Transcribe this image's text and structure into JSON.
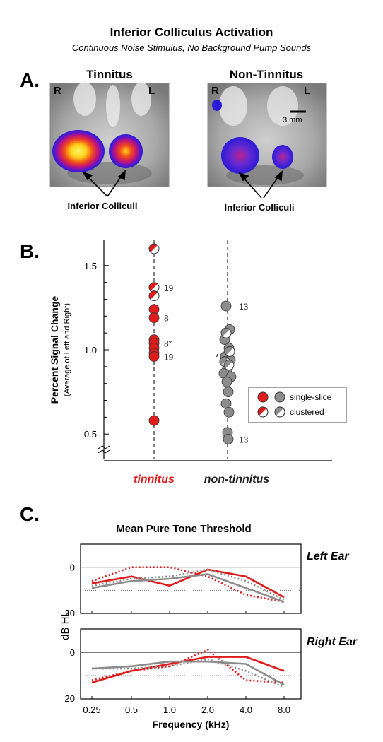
{
  "figure": {
    "title": "Inferior Colliculus Activation",
    "subtitle": "Continuous Noise Stimulus, No Background Pump Sounds"
  },
  "panel_a": {
    "letter": "A.",
    "left_title": "Tinnitus",
    "right_title": "Non-Tinnitus",
    "label_r": "R",
    "label_l": "L",
    "scale_bar": "3 mm",
    "anatomy_label": "Inferior Colliculi"
  },
  "panel_b": {
    "letter": "B.",
    "ylabel": "Percent Signal Change",
    "ylabel2": "(Average of Left and Right)",
    "yticks": [
      "0.5",
      "1.0",
      "1.5"
    ],
    "group_labels": [
      "tinnitus",
      "non-tinnitus"
    ],
    "legend": [
      "single-slice",
      "clustered"
    ],
    "annotations_tinnitus": [
      "19",
      "8",
      "8*",
      "19"
    ],
    "annotations_nontinnitus": [
      "13",
      "*",
      "13"
    ],
    "colors": {
      "tinnitus": "#e01b1b",
      "nontinnitus": "#8c8c8c"
    }
  },
  "panel_c": {
    "letter": "C.",
    "title": "Mean Pure Tone Threshold",
    "ylabel": "dB HL",
    "xlabel": "Frequency (kHz)",
    "xticks": [
      "0.25",
      "0.5",
      "1.0",
      "2.0",
      "4.0",
      "8.0"
    ],
    "yticks": [
      "0",
      "20"
    ],
    "subplot_titles": [
      "Left Ear",
      "Right Ear"
    ]
  },
  "chart_data": [
    {
      "type": "scatter",
      "ylabel": "Percent Signal Change",
      "ylim": [
        0.35,
        1.65
      ],
      "categories": [
        "tinnitus",
        "non-tinnitus"
      ],
      "series": [
        {
          "name": "single-slice",
          "group": "tinnitus",
          "values": [
            1.24,
            1.19,
            1.06,
            1.04,
            1.04,
            1.01,
            0.98,
            0.96,
            0.58
          ]
        },
        {
          "name": "clustered",
          "group": "tinnitus",
          "values": [
            1.6,
            1.37,
            1.32
          ]
        },
        {
          "name": "single-slice",
          "group": "non-tinnitus",
          "values": [
            1.26,
            1.12,
            1.06,
            1.01,
            0.96,
            0.94,
            0.89,
            0.86,
            0.84,
            0.81,
            0.75,
            0.68,
            0.63,
            0.51,
            0.47
          ]
        },
        {
          "name": "clustered",
          "group": "non-tinnitus",
          "values": [
            1.1,
            0.99,
            0.93,
            0.91
          ]
        }
      ]
    },
    {
      "type": "line",
      "title": "Left Ear",
      "x": [
        "0.25",
        "0.5",
        "1.0",
        "2.0",
        "4.0",
        "8.0"
      ],
      "ylabel": "dB HL",
      "ylim": [
        20,
        -10
      ],
      "reference_line": 10,
      "series": [
        {
          "color": "#e01b1b",
          "style": "solid",
          "values": [
            7,
            4,
            8,
            1,
            4,
            13
          ]
        },
        {
          "color": "#e01b1b",
          "style": "dotted",
          "values": [
            6,
            0,
            0,
            4,
            12,
            15
          ]
        },
        {
          "color": "#8c8c8c",
          "style": "solid",
          "values": [
            9,
            6,
            5,
            3,
            9,
            15
          ]
        },
        {
          "color": "#8c8c8c",
          "style": "dotted",
          "values": [
            8,
            5,
            4,
            1,
            6,
            14
          ]
        }
      ]
    },
    {
      "type": "line",
      "title": "Right Ear",
      "x": [
        "0.25",
        "0.5",
        "1.0",
        "2.0",
        "4.0",
        "8.0"
      ],
      "ylabel": "dB HL",
      "ylim": [
        20,
        -10
      ],
      "reference_line": 10,
      "series": [
        {
          "color": "#e01b1b",
          "style": "solid",
          "values": [
            13,
            8,
            5,
            2,
            2,
            8
          ]
        },
        {
          "color": "#e01b1b",
          "style": "dotted",
          "values": [
            12,
            8,
            6,
            -1,
            12,
            13
          ]
        },
        {
          "color": "#8c8c8c",
          "style": "solid",
          "values": [
            7,
            6,
            4,
            4,
            5,
            14
          ]
        },
        {
          "color": "#8c8c8c",
          "style": "dotted",
          "values": [
            7,
            7,
            6,
            3,
            8,
            15
          ]
        }
      ]
    }
  ]
}
